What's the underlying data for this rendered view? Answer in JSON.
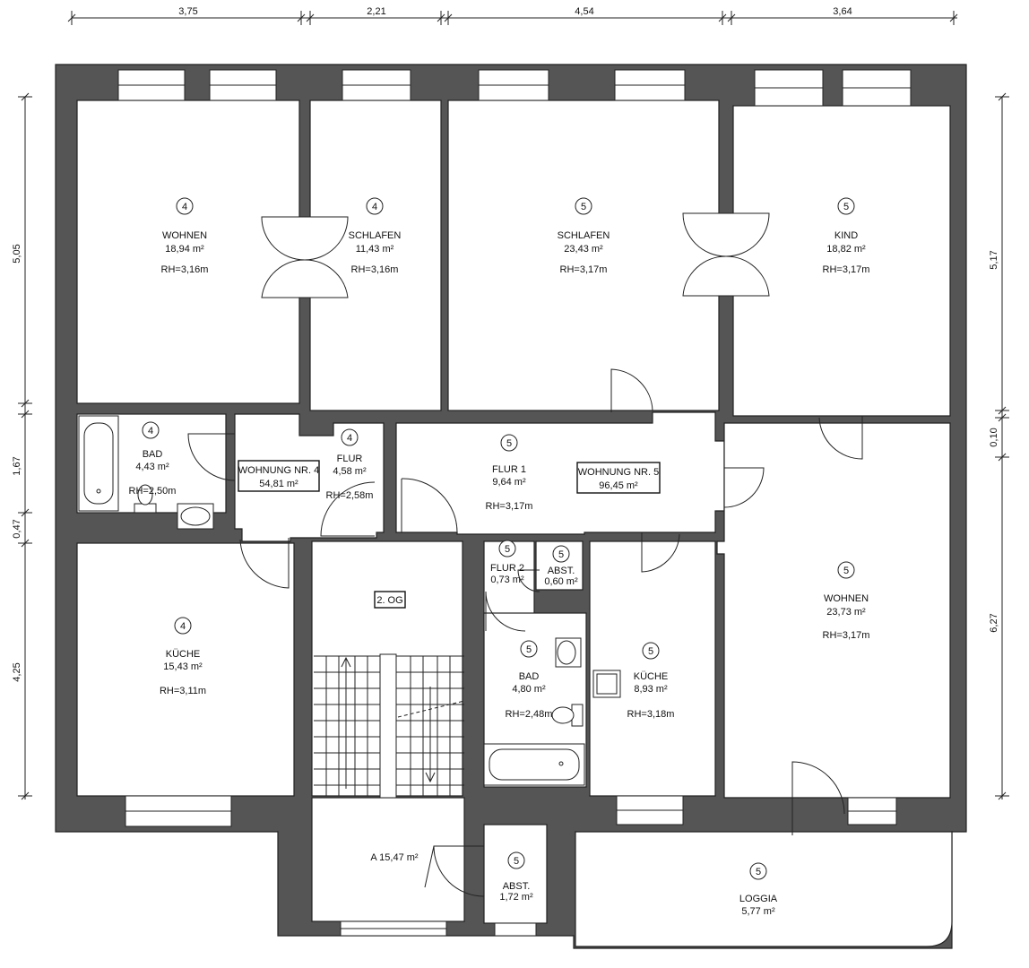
{
  "dimensions_top": [
    "3,75",
    "2,21",
    "4,54",
    "3,64"
  ],
  "dimensions_left": [
    "5,05",
    "1,67",
    "0,47",
    "4,25"
  ],
  "dimensions_right": [
    "5,17",
    "0,10",
    "6,27"
  ],
  "rooms": [
    {
      "id": "wohnen4",
      "unit": "4",
      "name": "WOHNEN",
      "area": "18,94 m²",
      "height": "RH=3,16m"
    },
    {
      "id": "schlafen4",
      "unit": "4",
      "name": "SCHLAFEN",
      "area": "11,43 m²",
      "height": "RH=3,16m"
    },
    {
      "id": "schlafen5",
      "unit": "5",
      "name": "SCHLAFEN",
      "area": "23,43 m²",
      "height": "RH=3,17m"
    },
    {
      "id": "kind5",
      "unit": "5",
      "name": "KIND",
      "area": "18,82 m²",
      "height": "RH=3,17m"
    },
    {
      "id": "bad4",
      "unit": "4",
      "name": "BAD",
      "area": "4,43 m²",
      "height": "RH=2,50m"
    },
    {
      "id": "flur4",
      "unit": "4",
      "name": "FLUR",
      "area": "4,58 m²",
      "height": "RH=2,58m"
    },
    {
      "id": "flur1",
      "unit": "5",
      "name": "FLUR 1",
      "area": "9,64 m²",
      "height": "RH=3,17m"
    },
    {
      "id": "flur2",
      "unit": "5",
      "name": "FLUR 2",
      "area": "0,73 m²",
      "height": ""
    },
    {
      "id": "abst5a",
      "unit": "5",
      "name": "ABST.",
      "area": "0,60 m²",
      "height": ""
    },
    {
      "id": "kueche4",
      "unit": "4",
      "name": "KÜCHE",
      "area": "15,43 m²",
      "height": "RH=3,11m"
    },
    {
      "id": "bad5",
      "unit": "5",
      "name": "BAD",
      "area": "4,80 m²",
      "height": "RH=2,48m"
    },
    {
      "id": "kueche5",
      "unit": "5",
      "name": "KÜCHE",
      "area": "8,93 m²",
      "height": "RH=3,18m"
    },
    {
      "id": "wohnen5",
      "unit": "5",
      "name": "WOHNEN",
      "area": "23,73 m²",
      "height": "RH=3,17m"
    },
    {
      "id": "abst5b",
      "unit": "5",
      "name": "ABST.",
      "area": "1,72 m²",
      "height": ""
    },
    {
      "id": "loggia5",
      "unit": "5",
      "name": "LOGGIA",
      "area": "5,77 m²",
      "height": ""
    }
  ],
  "units": [
    {
      "id": "wohnung4",
      "name": "WOHNUNG NR. 4",
      "area": "54,81 m²"
    },
    {
      "id": "wohnung5",
      "name": "WOHNUNG NR. 5",
      "area": "96,45 m²"
    }
  ],
  "floor_label": "2. OG",
  "stair_area": "A 15,47 m²"
}
